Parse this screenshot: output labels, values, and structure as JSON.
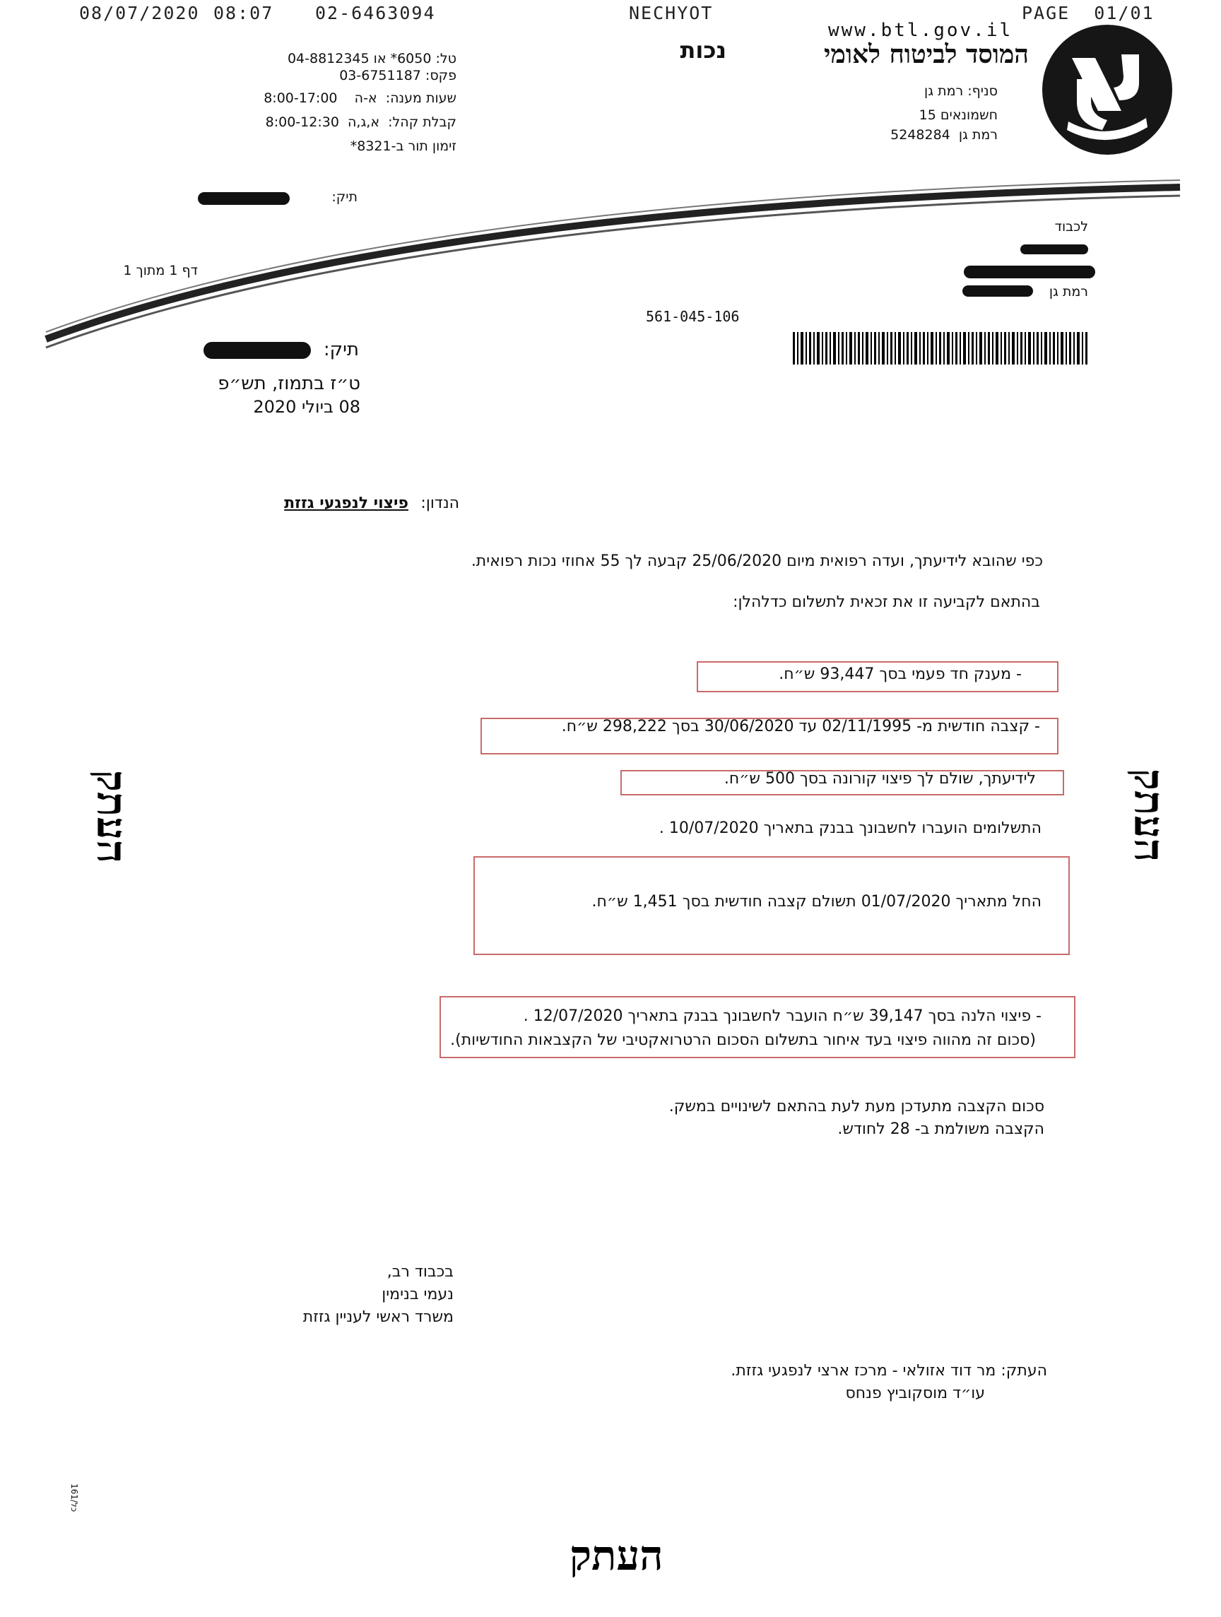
{
  "fax_header": {
    "date": "08/07/2020",
    "time": "08:07",
    "phone": "02-6463094",
    "sender": "NECHYOT",
    "page": "PAGE  01/01"
  },
  "org": {
    "website": "www.btl.gov.il",
    "name": "המוסד לביטוח לאומי",
    "department": "נכות",
    "branch": "סניף: רמת גן",
    "street": "חשמונאים 15",
    "city_zip": "רמת גן  5248284"
  },
  "contact": {
    "phone": "טל: 6050* או 04-8812345",
    "fax": "פקס: 03-6751187",
    "hours": "שעות מענה:  א-ה    8:00-17:00",
    "reception": "קבלת קהל:  א,ג,ה  8:00-12:30",
    "appointment": "זימון תור ב-8321*"
  },
  "file_top_label": "תיק:",
  "page_count": "דף 1 מתוך 1",
  "recipient": {
    "salutation": "לכבוד",
    "city": "רמת גן"
  },
  "barcode_number": "561-045-106",
  "file_label": "תיק:",
  "date_hebrew": "ט״ז בתמוז, תש״פ",
  "date_gregorian": "08 ביולי 2020",
  "subject_label": "הנדון:",
  "subject": "פיצוי לנפגעי גזזת",
  "intro_line1": "כפי שהובא לידיעתך, ועדה רפואית מיום 25/06/2020 קבעה לך 55 אחוזי נכות רפואית.",
  "intro_line2": "בהתאם לקביעה זו את זכאית לתשלום כדלהלן:",
  "item_grant": "- מענק חד פעמי בסך  93,447 ש״ח.",
  "item_monthly": "- קצבה חודשית מ- 02/11/1995 עד 30/06/2020 בסך 298,222 ש״ח.",
  "item_corona": "לידיעתך, שולם לך פיצוי קורונה בסך 500 ש״ח.",
  "transfer_line": "התשלומים הועברו לחשבונך בבנק בתאריך  10/07/2020 .",
  "from_date_line": "החל מתאריך  01/07/2020  תשולם קצבה חודשית בסך  1,451  ש״ח.",
  "interest_line1": "- פיצוי הלנה בסך  39,147  ש״ח הועבר לחשבונך בבנק בתאריך  12/07/2020 .",
  "interest_line2": "(סכום זה מהווה פיצוי בעד איחור בתשלום הסכום הרטרואקטיבי של הקצבאות החודשיות).",
  "update_line1": "סכום הקצבה מתעדכן מעת לעת בהתאם לשינויים במשק.",
  "update_line2": "הקצבה משולמת ב- 28 לחודש.",
  "signature": {
    "closing": "בכבוד רב,",
    "name": "נעמי בנימין",
    "title": "משרד ראשי לעניין גזזת"
  },
  "cc": {
    "line1": "העתק: מר דוד אזולאי - מרכז ארצי לנפגעי גזזת.",
    "line2": "עו״ד מוסקוביץ פנחס"
  },
  "form_code": "161/כל",
  "copy_stamp": "העתק"
}
